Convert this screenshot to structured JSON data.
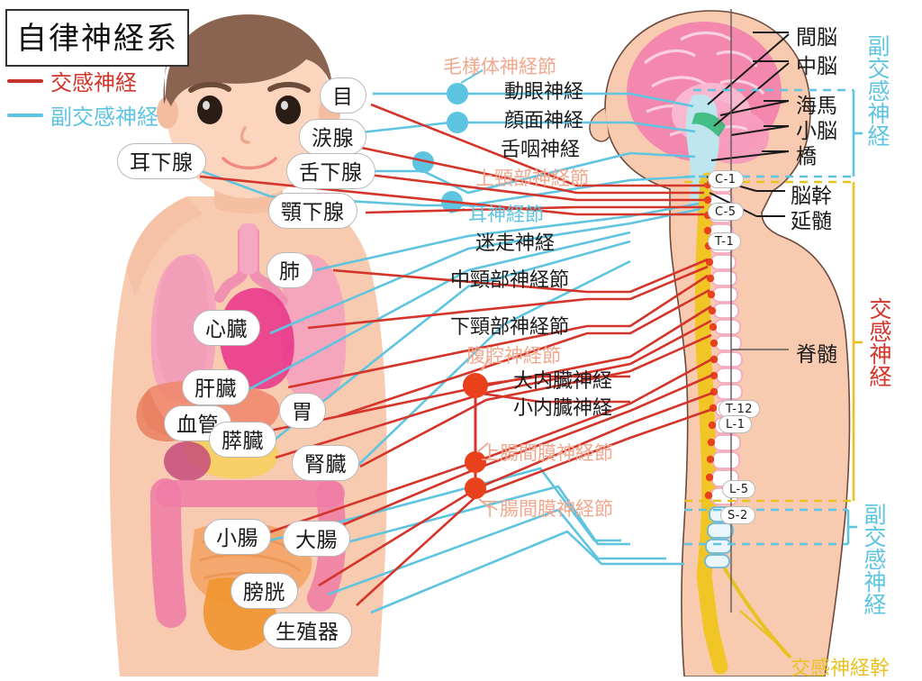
{
  "title": "自律神経系",
  "legend": {
    "items": [
      {
        "label": "交感神経",
        "color": "#c4342c",
        "key": "sympathetic"
      },
      {
        "label": "副交感神経",
        "color": "#5ec4e0",
        "key": "parasympathetic"
      }
    ]
  },
  "organ_labels": [
    {
      "name": "eye",
      "label": "目"
    },
    {
      "name": "lacrimal-gland",
      "label": "涙腺"
    },
    {
      "name": "parotid-gland",
      "label": "耳下腺"
    },
    {
      "name": "sublingual-gland",
      "label": "舌下腺"
    },
    {
      "name": "submandibular-gland",
      "label": "顎下腺"
    },
    {
      "name": "lung",
      "label": "肺"
    },
    {
      "name": "heart",
      "label": "心臓"
    },
    {
      "name": "liver",
      "label": "肝臓"
    },
    {
      "name": "blood-vessel",
      "label": "血管"
    },
    {
      "name": "pancreas",
      "label": "膵臓"
    },
    {
      "name": "stomach",
      "label": "胃"
    },
    {
      "name": "kidney",
      "label": "腎臓"
    },
    {
      "name": "small-intestine",
      "label": "小腸"
    },
    {
      "name": "large-intestine",
      "label": "大腸"
    },
    {
      "name": "bladder",
      "label": "膀胱"
    },
    {
      "name": "genitals",
      "label": "生殖器"
    }
  ],
  "nerve_labels": [
    {
      "name": "ciliary-ganglion",
      "label": "毛様体神経節",
      "color": "#5ec4e0"
    },
    {
      "name": "oculomotor-nerve",
      "label": "動眼神経",
      "color": "#1b1b1b"
    },
    {
      "name": "facial-nerve",
      "label": "顔面神経",
      "color": "#1b1b1b"
    },
    {
      "name": "glossopharyngeal-nerve",
      "label": "舌咽神経",
      "color": "#1b1b1b"
    },
    {
      "name": "superior-cervical-ganglion",
      "label": "上頸部神経節",
      "color": "#f0a88f"
    },
    {
      "name": "otic-ganglion",
      "label": "耳神経節",
      "color": "#5ec4e0"
    },
    {
      "name": "vagus-nerve",
      "label": "迷走神経",
      "color": "#1b1b1b"
    },
    {
      "name": "middle-cervical-ganglion",
      "label": "中頸部神経節",
      "color": "#1b1b1b"
    },
    {
      "name": "inferior-cervical-ganglion",
      "label": "下頸部神経節",
      "color": "#1b1b1b"
    },
    {
      "name": "celiac-ganglion",
      "label": "腹腔神経節",
      "color": "#f0a88f"
    },
    {
      "name": "greater-splanchnic-nerve",
      "label": "大内臓神経",
      "color": "#1b1b1b"
    },
    {
      "name": "lesser-splanchnic-nerve",
      "label": "小内臓神経",
      "color": "#1b1b1b"
    },
    {
      "name": "superior-mesenteric-ganglion",
      "label": "上腸間膜神経節",
      "color": "#f0a88f"
    },
    {
      "name": "inferior-mesenteric-ganglion",
      "label": "下腸間膜神経節",
      "color": "#f0a88f"
    }
  ],
  "brain_labels": [
    {
      "name": "diencephalon",
      "label": "間脳"
    },
    {
      "name": "midbrain",
      "label": "中脳"
    },
    {
      "name": "hippocampus",
      "label": "海馬"
    },
    {
      "name": "cerebellum",
      "label": "小脳"
    },
    {
      "name": "pons",
      "label": "橋"
    },
    {
      "name": "brainstem",
      "label": "脳幹"
    },
    {
      "name": "medulla-oblongata",
      "label": "延髄"
    },
    {
      "name": "spinal-cord",
      "label": "脊髄"
    }
  ],
  "vertebra_markers": [
    {
      "name": "c1",
      "label": "C-1"
    },
    {
      "name": "c5",
      "label": "C-5"
    },
    {
      "name": "t1",
      "label": "T-1"
    },
    {
      "name": "t12",
      "label": "T-12"
    },
    {
      "name": "l1",
      "label": "L-1"
    },
    {
      "name": "l5",
      "label": "L-5"
    },
    {
      "name": "s2",
      "label": "S-2"
    }
  ],
  "brackets": [
    {
      "name": "cranial-parasympathetic",
      "label": "副交感神経",
      "color": "#5ec4e0"
    },
    {
      "name": "thoracolumbar-sympathetic",
      "label": "交感神経",
      "color": "#d4342a"
    },
    {
      "name": "sacral-parasympathetic",
      "label": "副交感神経",
      "color": "#5ec4e0"
    }
  ],
  "trunk_label": {
    "name": "sympathetic-trunk",
    "label": "交感神経幹",
    "color": "#e8c122"
  },
  "colors": {
    "sympathetic": "#c4342c",
    "parasympathetic": "#5ec4e0",
    "ganglion": "#e8411c",
    "skin": "#f8cbb0",
    "trunk": "#f0c419",
    "salmon": "#f0a88f"
  }
}
